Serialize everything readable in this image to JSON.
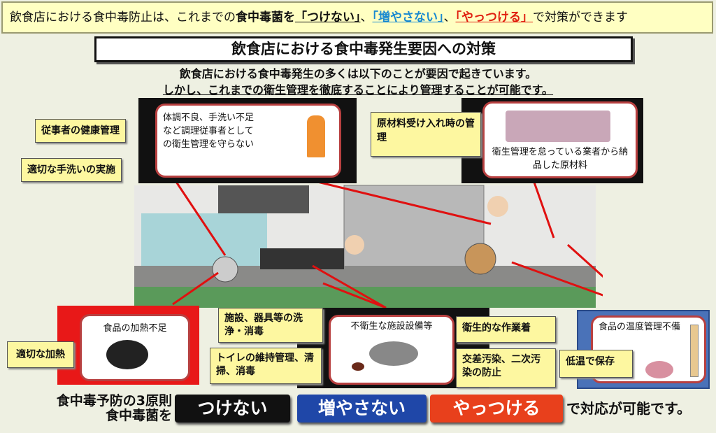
{
  "banner": {
    "pre": "飲食店における食中毒防止は、これまでの",
    "bold": "食中毒菌を",
    "p1": "「つけない」",
    "sep1": "、",
    "p2": "「増やさない」",
    "sep2": "、",
    "p3": "「やっつける」",
    "post": "で対策ができます"
  },
  "title": "飲食店における食中毒発生要因への対策",
  "subtitle": [
    "飲食店における食中毒発生の多くは以下のことが要因で起きています。",
    "しかし、これまでの衛生管理を徹底することにより管理することが可能です。"
  ],
  "panels": {
    "worker": {
      "text": "体調不良、手洗い不足など調理従事者としての衛生管理を守らない",
      "labels": [
        "従事者の健康管理",
        "適切な手洗いの実施"
      ]
    },
    "material": {
      "text": "衛生管理を怠っている業者から納品した原材料",
      "labels": [
        "原材料受け入れ時の管理"
      ]
    },
    "heating": {
      "text": "食品の加熱不足",
      "labels": [
        "適切な加熱"
      ]
    },
    "facility": {
      "text": "不衛生な施設設備等",
      "labels": [
        "施設、器具等の洗浄・消毒",
        "トイレの維持管理、清掃、消毒",
        "衛生的な作業着",
        "交差汚染、二次汚染の防止"
      ]
    },
    "temperature": {
      "text": "食品の温度管理不備",
      "labels": [
        "低温で保存"
      ]
    }
  },
  "footer": {
    "line1": "食中毒予防の3原則",
    "line2": "食中毒菌を",
    "buttons": [
      "つけない",
      "増やさない",
      "やっつける"
    ],
    "post": "で対応が可能です。"
  },
  "colors": {
    "black": "#111111",
    "blue": "#1f47a8",
    "red": "#e8401c",
    "banner": "#ffffc2",
    "label": "#fdf7a0"
  }
}
